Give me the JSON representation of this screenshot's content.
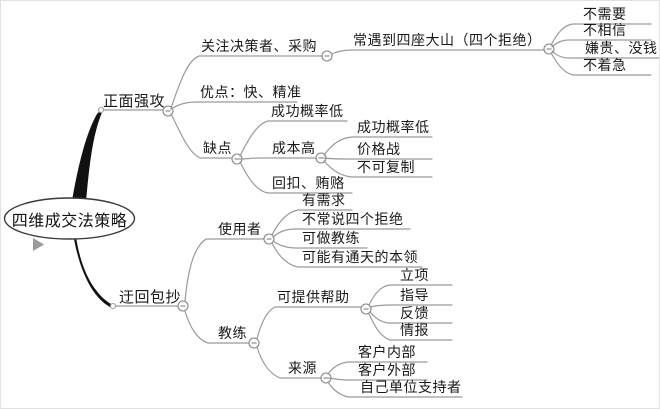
{
  "diagram": {
    "type": "mindmap",
    "title": "四维成交法策略",
    "colors": {
      "line": "#9a9a9a",
      "main_branch": "#111111",
      "text": "#1a1a1a",
      "ellipse_stroke": "#3a3a3a",
      "toggle_stroke": "#858585"
    },
    "icons": {
      "collapse_toggle": "minus-in-circle",
      "side_marker": "right-pointing-triangle"
    },
    "nodes": [
      {
        "id": "root",
        "label": "四维成交法策略",
        "level": 0,
        "parent": null
      },
      {
        "id": "zhengmian",
        "label": "正面强攻",
        "level": 1,
        "parent": "root"
      },
      {
        "id": "guanzhu",
        "label": "关注决策者、采购",
        "level": 2,
        "parent": "zhengmian"
      },
      {
        "id": "changyu",
        "label": "常遇到四座大山（四个拒绝）",
        "level": 3,
        "parent": "guanzhu"
      },
      {
        "id": "buxuyao",
        "label": "不需要",
        "level": 4,
        "parent": "changyu"
      },
      {
        "id": "buxiangxin",
        "label": "不相信",
        "level": 4,
        "parent": "changyu"
      },
      {
        "id": "xiangui",
        "label": "嫌贵、没钱",
        "level": 4,
        "parent": "changyu"
      },
      {
        "id": "buzhaoji",
        "label": "不着急",
        "level": 4,
        "parent": "changyu"
      },
      {
        "id": "youdian",
        "label": "优点：快、精准",
        "level": 2,
        "parent": "zhengmian"
      },
      {
        "id": "quedian",
        "label": "缺点",
        "level": 2,
        "parent": "zhengmian"
      },
      {
        "id": "chenggong1",
        "label": "成功概率低",
        "level": 3,
        "parent": "quedian"
      },
      {
        "id": "chengbengao",
        "label": "成本高",
        "level": 3,
        "parent": "quedian"
      },
      {
        "id": "chenggong2",
        "label": "成功概率低",
        "level": 4,
        "parent": "chengbengao"
      },
      {
        "id": "jiagezhan",
        "label": "价格战",
        "level": 4,
        "parent": "chengbengao"
      },
      {
        "id": "bukefuzhi",
        "label": "不可复制",
        "level": 4,
        "parent": "chengbengao"
      },
      {
        "id": "huikou",
        "label": "回扣、贿赂",
        "level": 3,
        "parent": "quedian"
      },
      {
        "id": "yuhui",
        "label": "迂回包抄",
        "level": 1,
        "parent": "root"
      },
      {
        "id": "shiyongzhe",
        "label": "使用者",
        "level": 2,
        "parent": "yuhui"
      },
      {
        "id": "youxuqiu",
        "label": "有需求",
        "level": 3,
        "parent": "shiyongzhe"
      },
      {
        "id": "buchangshuo",
        "label": "不常说四个拒绝",
        "level": 3,
        "parent": "shiyongzhe"
      },
      {
        "id": "kezuojiaolian",
        "label": "可做教练",
        "level": 3,
        "parent": "shiyongzhe"
      },
      {
        "id": "keneng",
        "label": "可能有通天的本领",
        "level": 3,
        "parent": "shiyongzhe"
      },
      {
        "id": "jiaolian",
        "label": "教练",
        "level": 2,
        "parent": "yuhui"
      },
      {
        "id": "ketigong",
        "label": "可提供帮助",
        "level": 3,
        "parent": "jiaolian"
      },
      {
        "id": "lixiang",
        "label": "立项",
        "level": 4,
        "parent": "ketigong"
      },
      {
        "id": "zhidao",
        "label": "指导",
        "level": 4,
        "parent": "ketigong"
      },
      {
        "id": "fankui",
        "label": "反馈",
        "level": 4,
        "parent": "ketigong"
      },
      {
        "id": "qingbao",
        "label": "情报",
        "level": 4,
        "parent": "ketigong"
      },
      {
        "id": "laiyuan",
        "label": "来源",
        "level": 3,
        "parent": "jiaolian"
      },
      {
        "id": "kehuneibu",
        "label": "客户内部",
        "level": 4,
        "parent": "laiyuan"
      },
      {
        "id": "kehuwaibu",
        "label": "客户外部",
        "level": 4,
        "parent": "laiyuan"
      },
      {
        "id": "zijidanwei",
        "label": "自己单位支持者",
        "level": 4,
        "parent": "laiyuan"
      }
    ]
  }
}
